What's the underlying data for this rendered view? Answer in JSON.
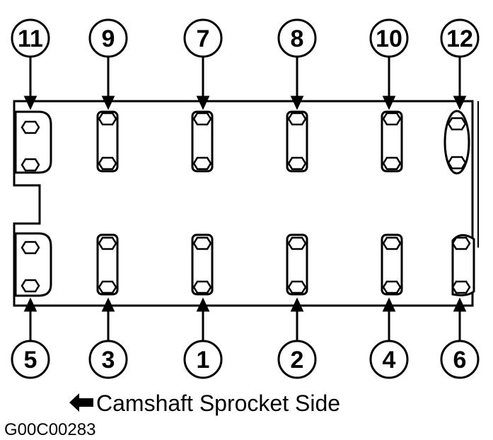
{
  "diagram": {
    "top_bolts": [
      "11",
      "9",
      "7",
      "8",
      "10",
      "12"
    ],
    "bottom_bolts": [
      "5",
      "3",
      "1",
      "2",
      "4",
      "6"
    ]
  },
  "caption": "Camshaft Sprocket Side",
  "figure_code": "G00C00283"
}
